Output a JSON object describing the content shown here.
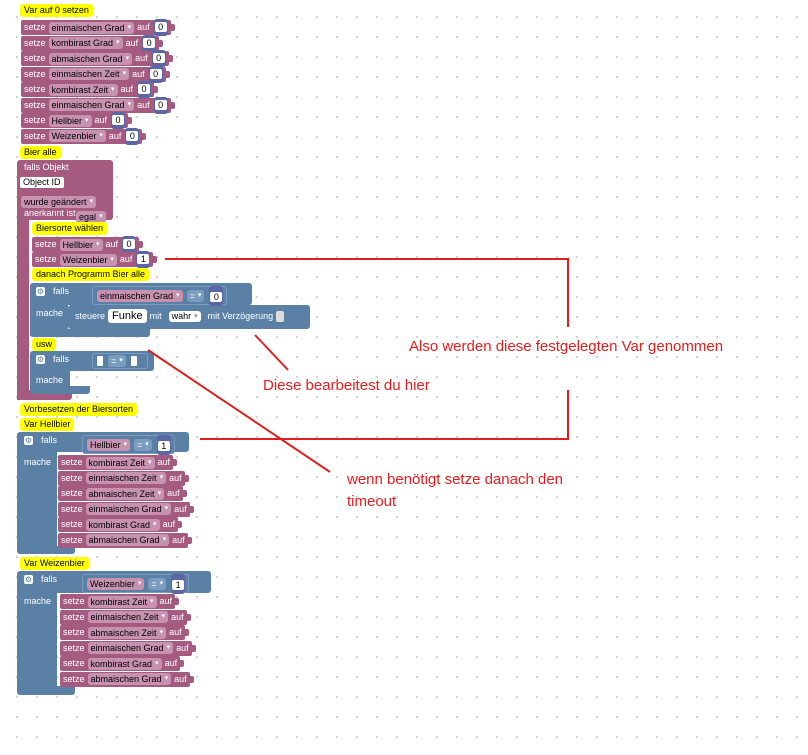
{
  "comments": {
    "var_null": "Var auf 0 setzen",
    "bier_alle": "Bier alle",
    "biersorte": "Biersorte wählen",
    "danach": "danach Programm Bier alle",
    "usw": "usw",
    "vorbesetzen": "Vorbesetzen der Biersorten",
    "var_hellbier": "Var Hellbier",
    "var_weizen": "Var Weizenbier"
  },
  "words": {
    "setze": "setze",
    "auf": "auf",
    "falls": "falls",
    "mache": "mache",
    "steuere": "steuere",
    "mit": "mit",
    "mit_verz": "mit Verzögerung",
    "eq": "="
  },
  "reset_rows": [
    {
      "var": "einmaischen Grad",
      "val": "0"
    },
    {
      "var": "kombirast Grad",
      "val": "0"
    },
    {
      "var": "abmaischen Grad",
      "val": "0"
    },
    {
      "var": "einmaischen Zeit",
      "val": "0"
    },
    {
      "var": "kombirast Zeit",
      "val": "0"
    },
    {
      "var": "einmaischen Grad",
      "val": "0"
    },
    {
      "var": "Hellbier",
      "val": "0"
    },
    {
      "var": "Weizenbier",
      "val": "0"
    }
  ],
  "trigger": {
    "falls_objekt": "falls Objekt",
    "object_id": "Object ID",
    "wurde_geaendert": "wurde geändert",
    "anerkannt_ist": "anerkannt ist",
    "egal": "egal"
  },
  "biersorte_rows": [
    {
      "var": "Hellbier",
      "val": "0"
    },
    {
      "var": "Weizenbier",
      "val": "1"
    }
  ],
  "inner_if": {
    "cond_var": "einmaischen Grad",
    "cond_val": "0",
    "device": "Funke",
    "state": "wahr"
  },
  "hell_block": {
    "cond_var": "Hellbier",
    "cond_val": "1",
    "rows": [
      "kombirast Zeit",
      "einmaischen Zeit",
      "abmaischen Zeit",
      "einmaischen Grad",
      "kombirast Grad",
      "abmaischen Grad"
    ]
  },
  "weizen_block": {
    "cond_var": "Weizenbier",
    "cond_val": "1",
    "rows": [
      "kombirast Zeit",
      "einmaischen Zeit",
      "abmaischen Zeit",
      "einmaischen Grad",
      "kombirast Grad",
      "abmaischen Grad"
    ]
  },
  "annotations": {
    "also": "Also werden diese festgelegten Var genommen",
    "diese": "Diese bearbeitest du hier",
    "wenn1": "wenn benötigt setze danach den",
    "wenn2": "timeout"
  },
  "colors": {
    "variable_block": "#a55b80",
    "logic_block": "#5b80a5",
    "comment": "#ffff00",
    "annotation": "#e02020"
  }
}
